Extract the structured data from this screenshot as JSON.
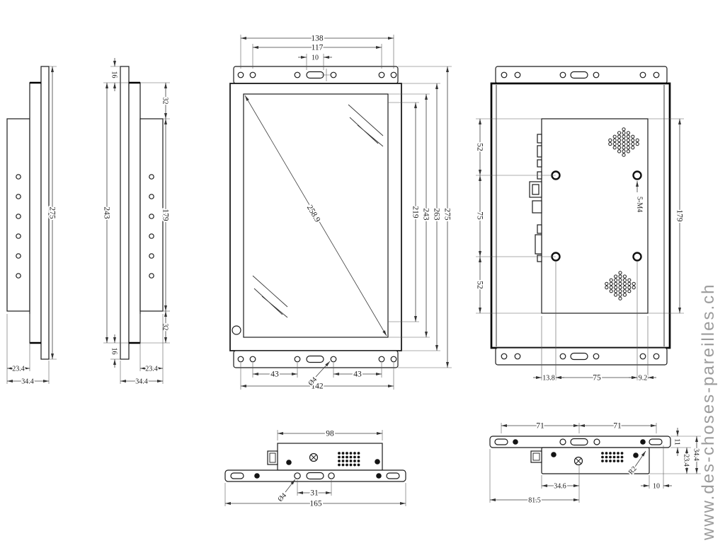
{
  "watermark": {
    "text": "www.des-choses-pareilles.ch"
  },
  "palette": {
    "line": "#1b1b1b",
    "dim_line": "#3d3d3d",
    "watermark": "#9c9c9c",
    "background": "#ffffff"
  },
  "views": {
    "side_a": {
      "overall_height": "275",
      "bracket_depth": "23.4",
      "overall_depth": "34.4"
    },
    "side_b": {
      "top_flange": "16",
      "frame_height": "243",
      "top_inset": "32",
      "bracket_height": "179",
      "bottom_inset": "32",
      "bottom_flange": "16",
      "bracket_depth": "23.4",
      "overall_depth": "34.4"
    },
    "front": {
      "mount_span_outer": "138",
      "mount_span_inner": "117",
      "slot_width": "10",
      "active_height": "219",
      "opening_height": "243",
      "frame_height": "263",
      "overall_height": "275",
      "screen_diagonal": "258.9",
      "hole_pitch_left": "43",
      "hole_pitch_right": "43",
      "mount_span_bottom": "142",
      "hole_diameter": "Ø4"
    },
    "rear": {
      "vesa_top_offset": "52",
      "vesa_pitch_vertical": "75",
      "vesa_bottom_offset": "52",
      "board_height": "179",
      "thread_callout": "5-M4",
      "hole_offset_left": "13.8",
      "vesa_pitch_horizontal": "75",
      "hole_offset_right": "9.2"
    },
    "bottom_front": {
      "box_width": "98",
      "hole_pitch": "31",
      "overall_width": "165",
      "hole_diameter": "Ø4"
    },
    "bottom_rear": {
      "slot_pitch_left": "71",
      "slot_pitch_right": "71",
      "flange_depth": "11",
      "box_depth": "23.4",
      "overall_depth": "34.4",
      "box_offset": "34.6",
      "corner_radius": "R2",
      "edge_gap": "10",
      "center_offset": "81.5"
    }
  }
}
